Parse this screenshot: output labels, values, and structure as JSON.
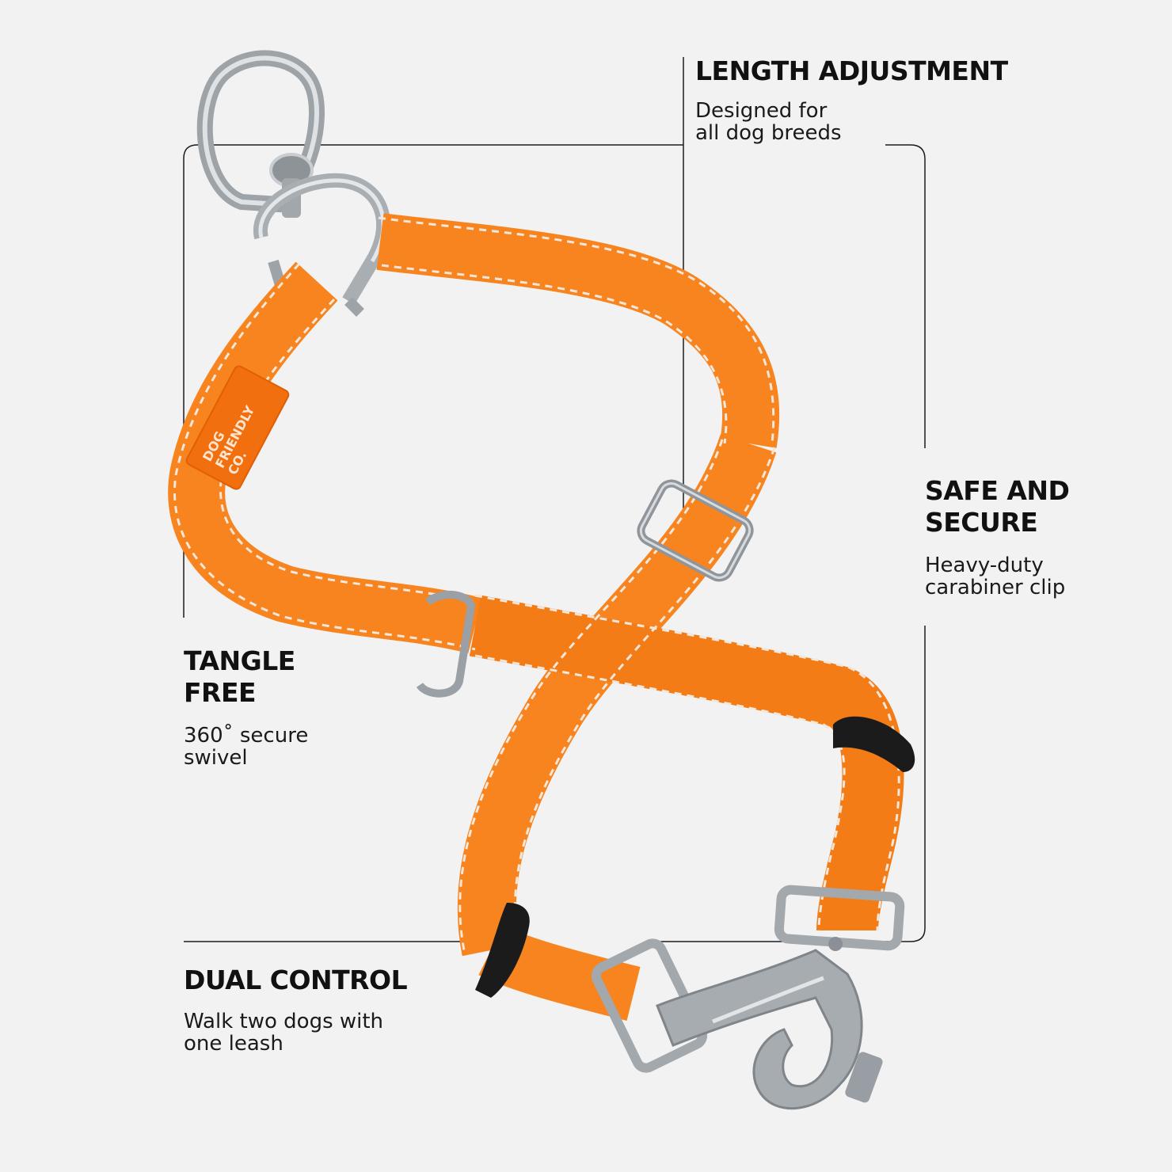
{
  "colors": {
    "background": "#f2f2f2",
    "strap": "#f7841e",
    "strap_dark": "#e06e0e",
    "stitch": "#f3e6da",
    "metal": "#a9aeb3",
    "lines": "#1c1c1c"
  },
  "product": {
    "brand_tag": "DOG\nFRIENDLY\nCO."
  },
  "features": [
    {
      "title": "LENGTH ADJUSTMENT",
      "desc": "Designed for\nall dog breeds"
    },
    {
      "title": "SAFE AND\nSECURE",
      "desc": "Heavy-duty\ncarabiner clip"
    },
    {
      "title": "TANGLE\nFREE",
      "desc": "360˚ secure\nswivel"
    },
    {
      "title": "DUAL CONTROL",
      "desc": "Walk two dogs with\none leash"
    }
  ]
}
